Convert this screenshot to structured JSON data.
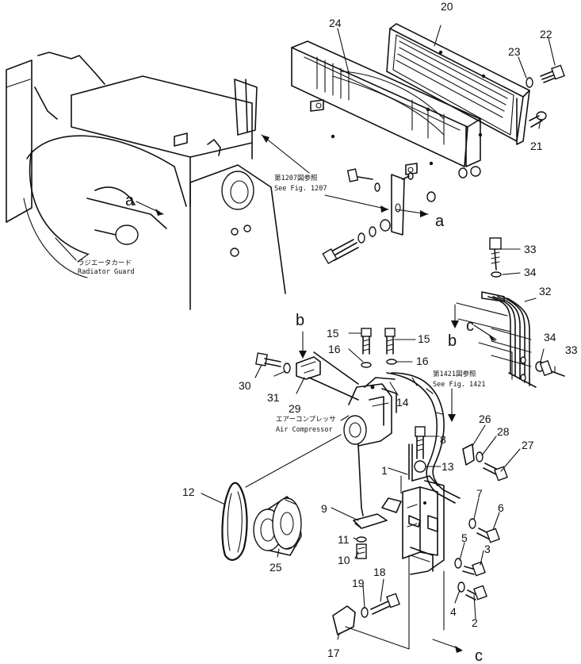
{
  "parts": [
    {
      "number": "1"
    },
    {
      "number": "2"
    },
    {
      "number": "3"
    },
    {
      "number": "4"
    },
    {
      "number": "5"
    },
    {
      "number": "6"
    },
    {
      "number": "7"
    },
    {
      "number": "8"
    },
    {
      "number": "9"
    },
    {
      "number": "10"
    },
    {
      "number": "11"
    },
    {
      "number": "12"
    },
    {
      "number": "13"
    },
    {
      "number": "14"
    },
    {
      "number": "15"
    },
    {
      "number": "15"
    },
    {
      "number": "16"
    },
    {
      "number": "16"
    },
    {
      "number": "17"
    },
    {
      "number": "18"
    },
    {
      "number": "19"
    },
    {
      "number": "20"
    },
    {
      "number": "21"
    },
    {
      "number": "22"
    },
    {
      "number": "23"
    },
    {
      "number": "24"
    },
    {
      "number": "25"
    },
    {
      "number": "26"
    },
    {
      "number": "27"
    },
    {
      "number": "28"
    },
    {
      "number": "29"
    },
    {
      "number": "30"
    },
    {
      "number": "31"
    },
    {
      "number": "32"
    },
    {
      "number": "33"
    },
    {
      "number": "33"
    },
    {
      "number": "34"
    },
    {
      "number": "34"
    }
  ],
  "ref_letters": [
    "a",
    "a",
    "b",
    "b",
    "c",
    "c"
  ],
  "notes": {
    "radiator_guard_jp": "ラジエータカード",
    "radiator_guard_en": "Radiator Guard",
    "fig1207_jp": "第1207図参照",
    "fig1207_en": "See Fig. 1207",
    "fig1421_jp": "第1421図参照",
    "fig1421_en": "See Fig. 1421",
    "compressor_jp": "エアーコンプレッサ",
    "compressor_en": "Air Compressor"
  }
}
